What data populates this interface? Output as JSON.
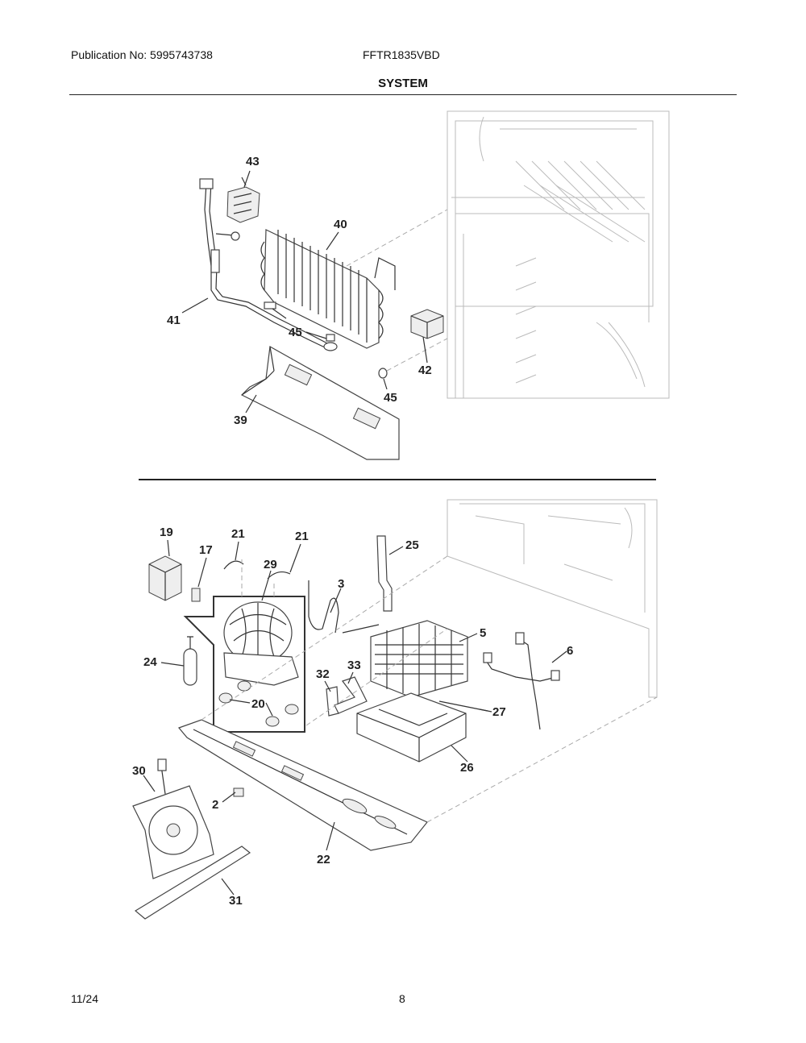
{
  "header": {
    "publication": "Publication No: 5995743738",
    "model": "FFTR1835VBD",
    "section_title": "SYSTEM"
  },
  "footer": {
    "date": "11/24",
    "page_number": "8"
  },
  "callouts": {
    "c43": "43",
    "c40": "40",
    "c41": "41",
    "c45a": "45",
    "c42": "42",
    "c45b": "45",
    "c39": "39",
    "c19": "19",
    "c21a": "21",
    "c21b": "21",
    "c17": "17",
    "c29": "29",
    "c3": "3",
    "c25": "25",
    "c5": "5",
    "c6": "6",
    "c24": "24",
    "c32": "32",
    "c33": "33",
    "c20": "20",
    "c27": "27",
    "c26": "26",
    "c30": "30",
    "c2": "2",
    "c22": "22",
    "c31": "31"
  }
}
